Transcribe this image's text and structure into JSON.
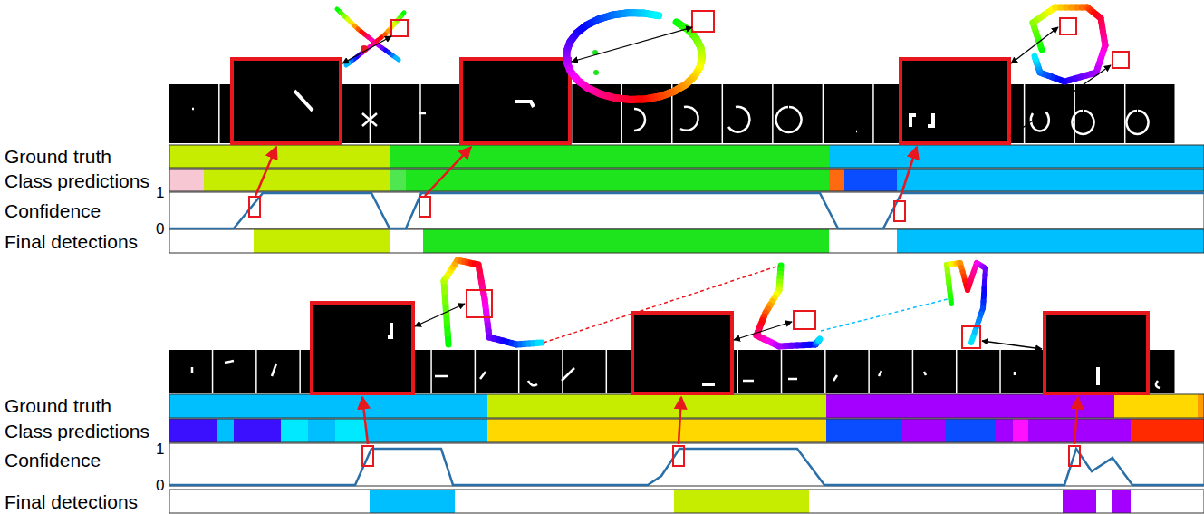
{
  "diagram": {
    "labels": [
      "Ground truth",
      "Class predictions",
      "1",
      "Confidence",
      "0",
      "Final detections",
      "Ground truth",
      "Class predictions",
      "1",
      "Confidence",
      "0",
      "Final detections"
    ]
  }
}
